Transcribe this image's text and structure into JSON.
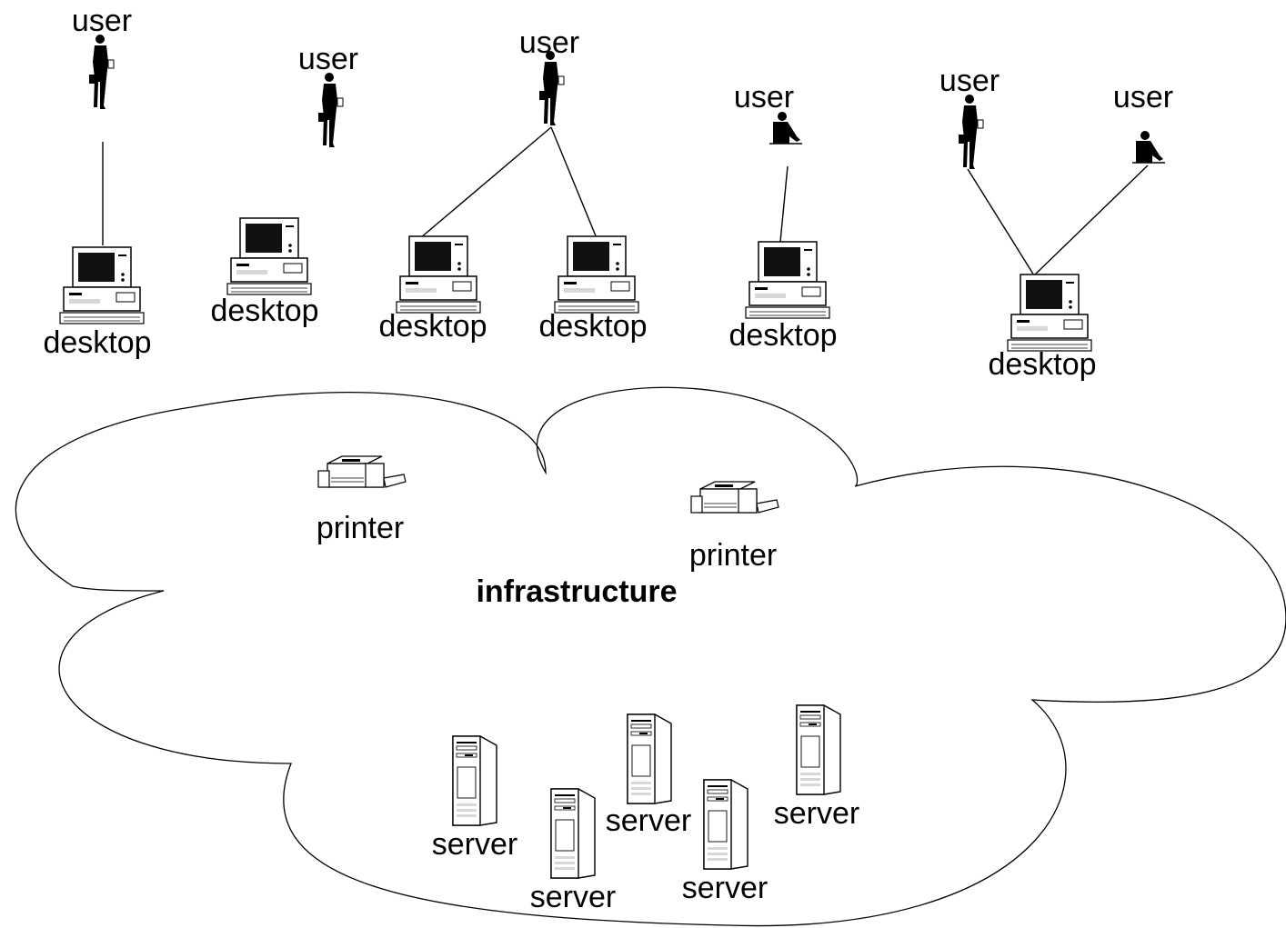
{
  "diagram": {
    "user_label": "user",
    "desktop_label": "desktop",
    "printer_label": "printer",
    "server_label": "server",
    "cloud_label": "infrastructure"
  },
  "colors": {
    "stroke": "#000000",
    "screen": "#111111",
    "panel_gray": "#d8d8d8",
    "background": "#ffffff"
  }
}
